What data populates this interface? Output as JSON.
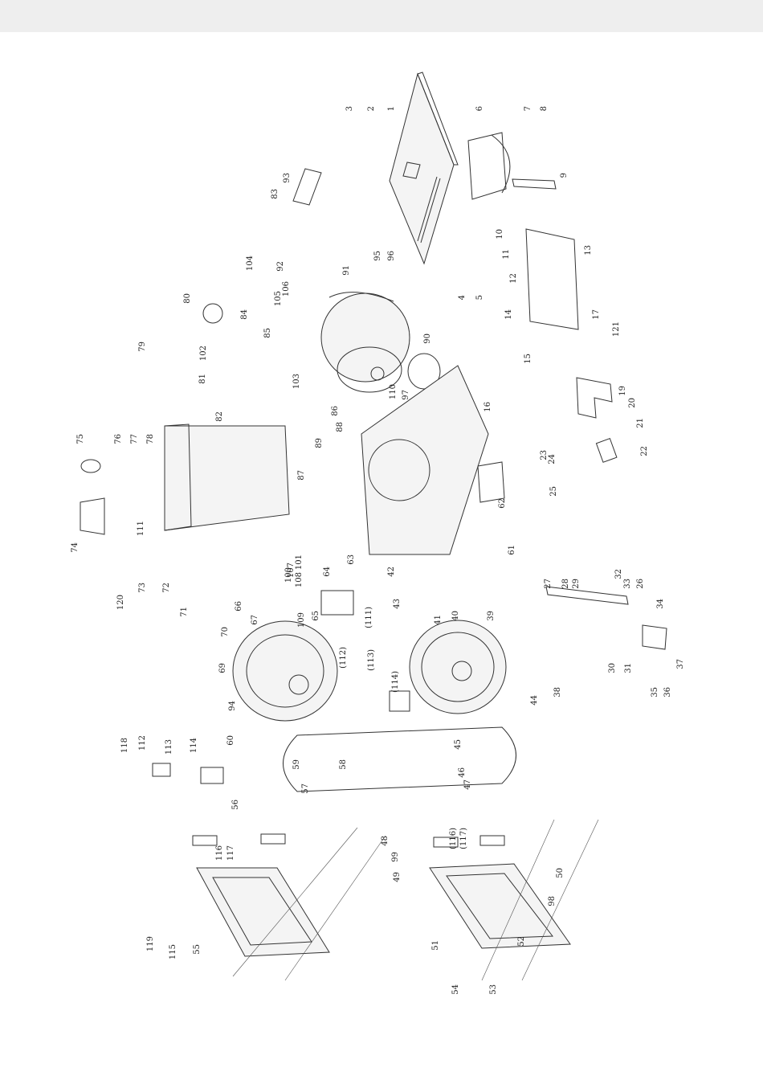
{
  "diagram": {
    "labels": [
      "1",
      "2",
      "3",
      "4",
      "5",
      "6",
      "7",
      "8",
      "9",
      "10",
      "11",
      "12",
      "13",
      "14",
      "15",
      "16",
      "17",
      "19",
      "20",
      "21",
      "22",
      "23",
      "24",
      "25",
      "26",
      "27",
      "28",
      "29",
      "30",
      "31",
      "32",
      "33",
      "34",
      "35",
      "36",
      "37",
      "38",
      "39",
      "40",
      "41",
      "42",
      "43",
      "44",
      "45",
      "46",
      "47",
      "48",
      "49",
      "50",
      "51",
      "52",
      "53",
      "54",
      "55",
      "56",
      "57",
      "58",
      "59",
      "60",
      "61",
      "62",
      "63",
      "64",
      "65",
      "66",
      "67",
      "69",
      "70",
      "71",
      "72",
      "73",
      "74",
      "75",
      "76",
      "77",
      "78",
      "79",
      "80",
      "81",
      "82",
      "83",
      "84",
      "85",
      "86",
      "87",
      "88",
      "89",
      "90",
      "91",
      "92",
      "93",
      "94",
      "95",
      "96",
      "97",
      "98",
      "99",
      "100",
      "101",
      "102",
      "103",
      "104",
      "105",
      "106",
      "107",
      "108",
      "109",
      "110",
      "111",
      "112",
      "113",
      "114",
      "115",
      "116",
      "117",
      "118",
      "119",
      "120",
      "121",
      "(111)",
      "(112)",
      "(113)",
      "(114)",
      "(116)",
      "(117)"
    ]
  }
}
